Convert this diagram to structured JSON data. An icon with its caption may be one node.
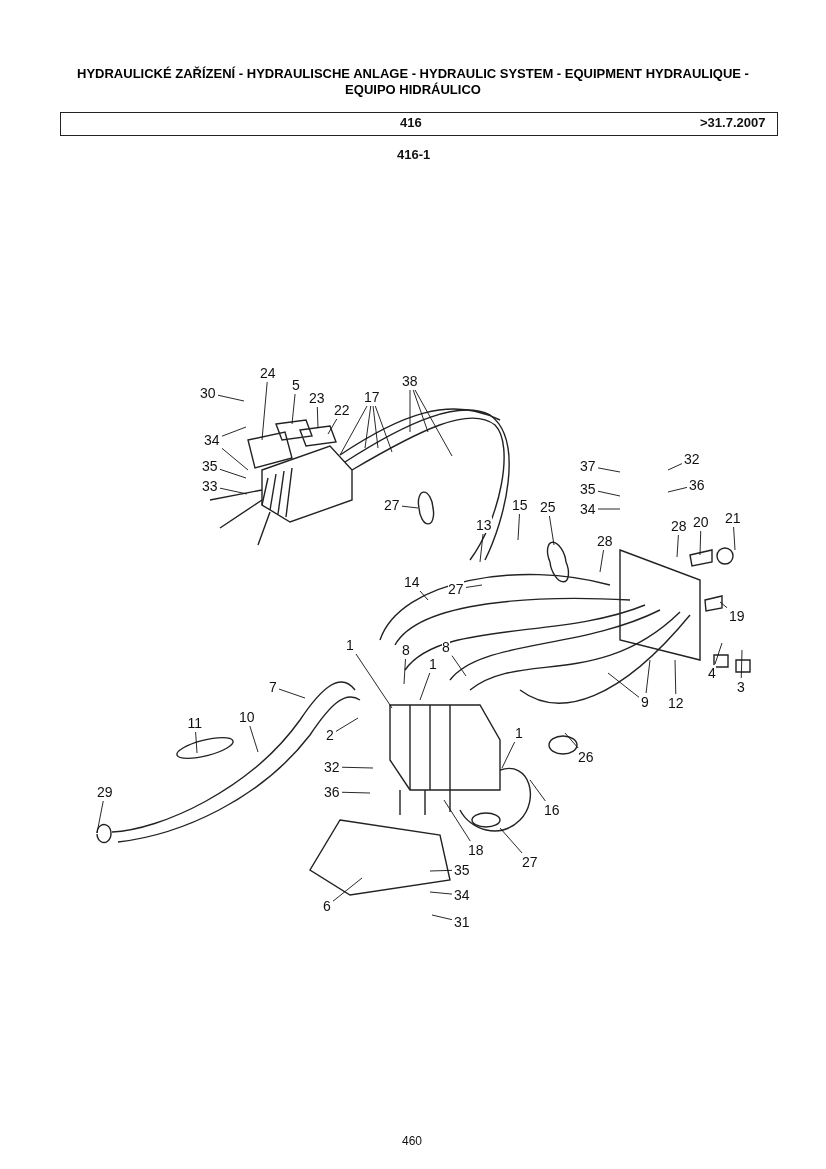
{
  "diagram": {
    "title": "HYDRAULICKÉ ZAŘÍZENÍ - HYDRAULISCHE ANLAGE - HYDRAULIC SYSTEM - EQUIPMENT HYDRAULIQUE - EQUIPO HIDRÁULICO",
    "nodes": [
      {
        "text": [
          "30"
        ]
      },
      {
        "text": [
          "24"
        ]
      },
      {
        "text": [
          "5"
        ]
      },
      {
        "text": [
          "23"
        ]
      },
      {
        "text": [
          "22"
        ]
      },
      {
        "text": [
          "17"
        ]
      },
      {
        "text": [
          "38"
        ]
      },
      {
        "text": [
          "34"
        ]
      },
      {
        "text": [
          "35"
        ]
      },
      {
        "text": [
          "33"
        ]
      },
      {
        "text": [
          "27"
        ]
      },
      {
        "text": [
          "37"
        ]
      },
      {
        "text": [
          "35"
        ]
      },
      {
        "text": [
          "34"
        ]
      },
      {
        "text": [
          "32"
        ]
      },
      {
        "text": [
          "36"
        ]
      },
      {
        "text": [
          "15"
        ]
      },
      {
        "text": [
          "25"
        ]
      },
      {
        "text": [
          "13"
        ]
      },
      {
        "text": [
          "28"
        ]
      },
      {
        "text": [
          "28"
        ]
      },
      {
        "text": [
          "20"
        ]
      },
      {
        "text": [
          "21"
        ]
      },
      {
        "text": [
          "27"
        ]
      },
      {
        "text": [
          "14"
        ]
      },
      {
        "text": [
          "19"
        ]
      },
      {
        "text": [
          "4"
        ]
      },
      {
        "text": [
          "3"
        ]
      },
      {
        "text": [
          "9"
        ]
      },
      {
        "text": [
          "12"
        ]
      },
      {
        "text": [
          "1"
        ]
      },
      {
        "text": [
          "8"
        ]
      },
      {
        "text": [
          "8"
        ]
      },
      {
        "text": [
          "1"
        ]
      },
      {
        "text": [
          "7"
        ]
      },
      {
        "text": [
          "2"
        ]
      },
      {
        "text": [
          "11"
        ]
      },
      {
        "text": [
          "10"
        ]
      },
      {
        "text": [
          "1"
        ]
      },
      {
        "text": [
          "26"
        ]
      },
      {
        "text": [
          "32"
        ]
      },
      {
        "text": [
          "36"
        ]
      },
      {
        "text": [
          "16"
        ]
      },
      {
        "text": [
          "29"
        ]
      },
      {
        "text": [
          "18"
        ]
      },
      {
        "text": [
          "27"
        ]
      },
      {
        "text": [
          "35"
        ]
      },
      {
        "text": [
          "34"
        ]
      },
      {
        "text": [
          "31"
        ]
      },
      {
        "text": [
          "6"
        ]
      }
    ],
    "edges": [
      {
        "from": 0,
        "to": null,
        "arrow": "none"
      },
      {
        "from": 1,
        "to": null,
        "arrow": "none"
      },
      {
        "from": 2,
        "to": null,
        "arrow": "none"
      },
      {
        "from": 3,
        "to": null,
        "arrow": "none"
      },
      {
        "from": 4,
        "to": null,
        "arrow": "none"
      },
      {
        "from": 5,
        "to": null,
        "arrow": "none"
      },
      {
        "from": 5,
        "to": null,
        "arrow": "none"
      },
      {
        "from": 5,
        "to": null,
        "arrow": "none"
      },
      {
        "from": 5,
        "to": null,
        "arrow": "none"
      },
      {
        "from": 6,
        "to": null,
        "arrow": "none"
      },
      {
        "from": 6,
        "to": null,
        "arrow": "none"
      },
      {
        "from": 6,
        "to": null,
        "arrow": "none"
      },
      {
        "from": 7,
        "to": null,
        "arrow": "none"
      },
      {
        "from": 7,
        "to": null,
        "arrow": "none"
      },
      {
        "from": 8,
        "to": null,
        "arrow": "none"
      },
      {
        "from": 9,
        "to": null,
        "arrow": "none"
      },
      {
        "from": 10,
        "to": null,
        "arrow": "none"
      },
      {
        "from": 11,
        "to": null,
        "arrow": "none"
      },
      {
        "from": 12,
        "to": null,
        "arrow": "none"
      },
      {
        "from": 13,
        "to": null,
        "arrow": "none"
      },
      {
        "from": 14,
        "to": null,
        "arrow": "none"
      },
      {
        "from": 15,
        "to": null,
        "arrow": "none"
      },
      {
        "from": 16,
        "to": null,
        "arrow": "none"
      },
      {
        "from": 17,
        "to": null,
        "arrow": "none"
      },
      {
        "from": 18,
        "to": null,
        "arrow": "none"
      },
      {
        "from": 19,
        "to": null,
        "arrow": "none"
      },
      {
        "from": 20,
        "to": null,
        "arrow": "none"
      },
      {
        "from": 21,
        "to": null,
        "arrow": "none"
      },
      {
        "from": 22,
        "to": null,
        "arrow": "none"
      },
      {
        "from": 23,
        "to": null,
        "arrow": "none"
      },
      {
        "from": 24,
        "to": null,
        "arrow": "none"
      },
      {
        "from": 25,
        "to": null,
        "arrow": "none"
      },
      {
        "from": 26,
        "to": null,
        "arrow": "none"
      },
      {
        "from": 27,
        "to": null,
        "arrow": "none"
      },
      {
        "from": 28,
        "to": null,
        "arrow": "none"
      },
      {
        "from": 28,
        "to": null,
        "arrow": "none"
      },
      {
        "from": 29,
        "to": null,
        "arrow": "none"
      },
      {
        "from": 30,
        "to": null,
        "arrow": "none"
      },
      {
        "from": 31,
        "to": null,
        "arrow": "none"
      },
      {
        "from": 32,
        "to": null,
        "arrow": "none"
      },
      {
        "from": 33,
        "to": null,
        "arrow": "none"
      },
      {
        "from": 34,
        "to": null,
        "arrow": "none"
      },
      {
        "from": 35,
        "to": null,
        "arrow": "none"
      },
      {
        "from": 36,
        "to": null,
        "arrow": "none"
      },
      {
        "from": 37,
        "to": null,
        "arrow": "none"
      },
      {
        "from": 38,
        "to": null,
        "arrow": "none"
      },
      {
        "from": 39,
        "to": null,
        "arrow": "none"
      },
      {
        "from": 40,
        "to": null,
        "arrow": "none"
      },
      {
        "from": 41,
        "to": null,
        "arrow": "none"
      },
      {
        "from": 42,
        "to": null,
        "arrow": "none"
      },
      {
        "from": 43,
        "to": null,
        "arrow": "none"
      },
      {
        "from": 44,
        "to": null,
        "arrow": "none"
      },
      {
        "from": 45,
        "to": null,
        "arrow": "none"
      },
      {
        "from": 46,
        "to": null,
        "arrow": "none"
      },
      {
        "from": 47,
        "to": null,
        "arrow": "none"
      },
      {
        "from": 48,
        "to": null,
        "arrow": "none"
      },
      {
        "from": 49,
        "to": null,
        "arrow": "none"
      }
    ],
    "labels": [
      "416",
      ">31.7.2007",
      "416-1",
      "460"
    ]
  }
}
